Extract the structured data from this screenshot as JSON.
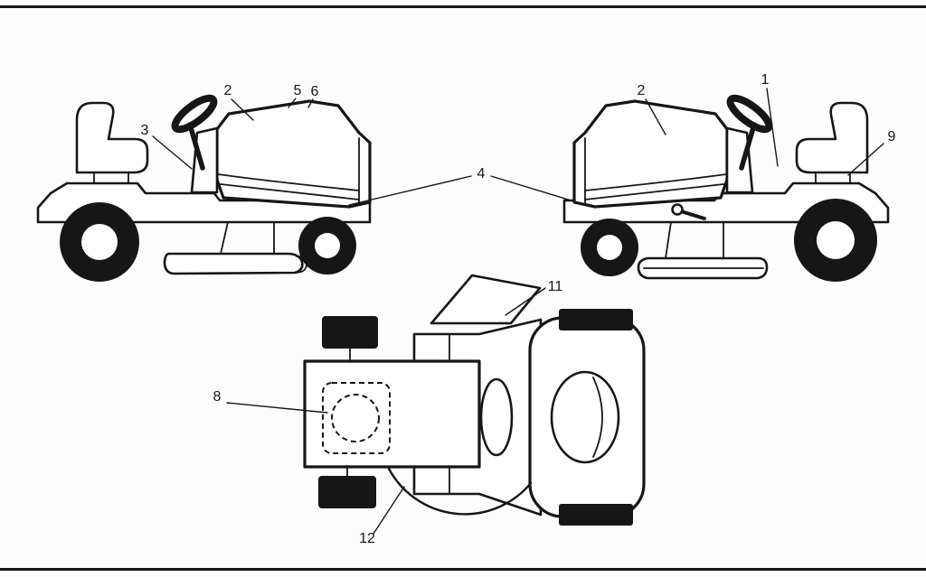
{
  "palette": {
    "ink": "#161616",
    "paper": "#fdfdfd"
  },
  "callouts": {
    "right_view_steering_console": "1",
    "left_view_hood": "2",
    "left_view_dashboard": "3",
    "chassis_both_views": "4",
    "left_view_hood_top_left": "5",
    "left_view_hood_top_right": "6",
    "top_view_engine": "8",
    "right_view_fender": "9",
    "top_view_backrest": "11",
    "top_view_mower_deck": "12",
    "right_view_hood": "2"
  }
}
